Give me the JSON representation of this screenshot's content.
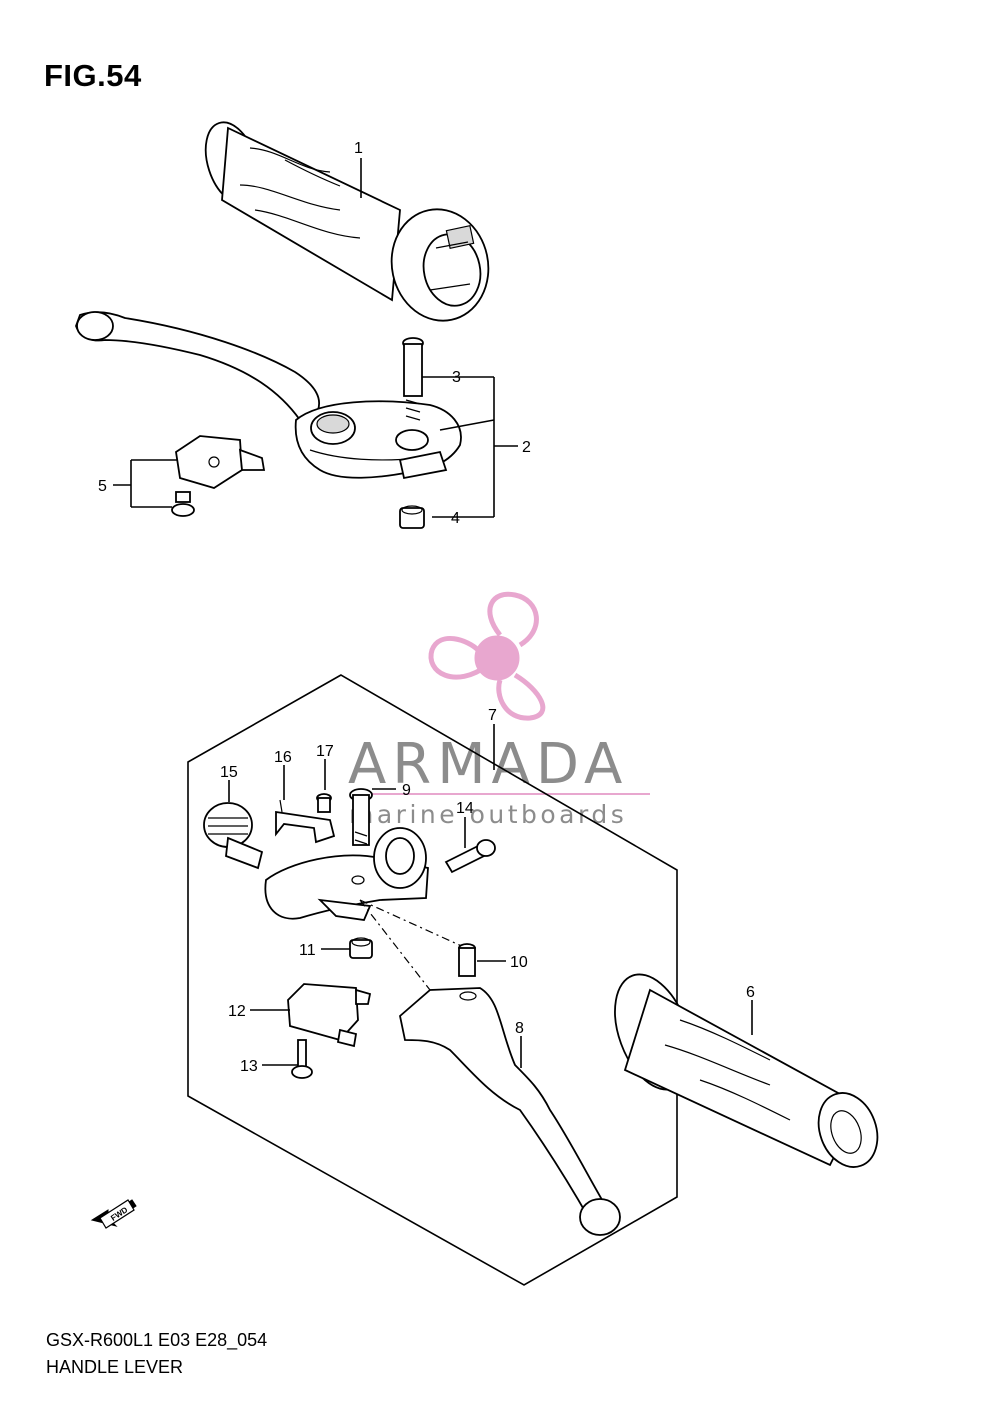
{
  "figure": {
    "title": "FIG.54",
    "model_code": "GSX-R600L1 E03 E28_054",
    "caption": "HANDLE LEVER"
  },
  "callouts": [
    "1",
    "2",
    "3",
    "4",
    "5",
    "6",
    "7",
    "8",
    "9",
    "10",
    "11",
    "12",
    "13",
    "14",
    "15",
    "16",
    "17"
  ],
  "watermark": {
    "name": "ARMADA",
    "tagline": "marine outboards",
    "logo_color": "#e8a7cf",
    "text_color": "#8c8c8c"
  },
  "fwd_marker": "FWD"
}
